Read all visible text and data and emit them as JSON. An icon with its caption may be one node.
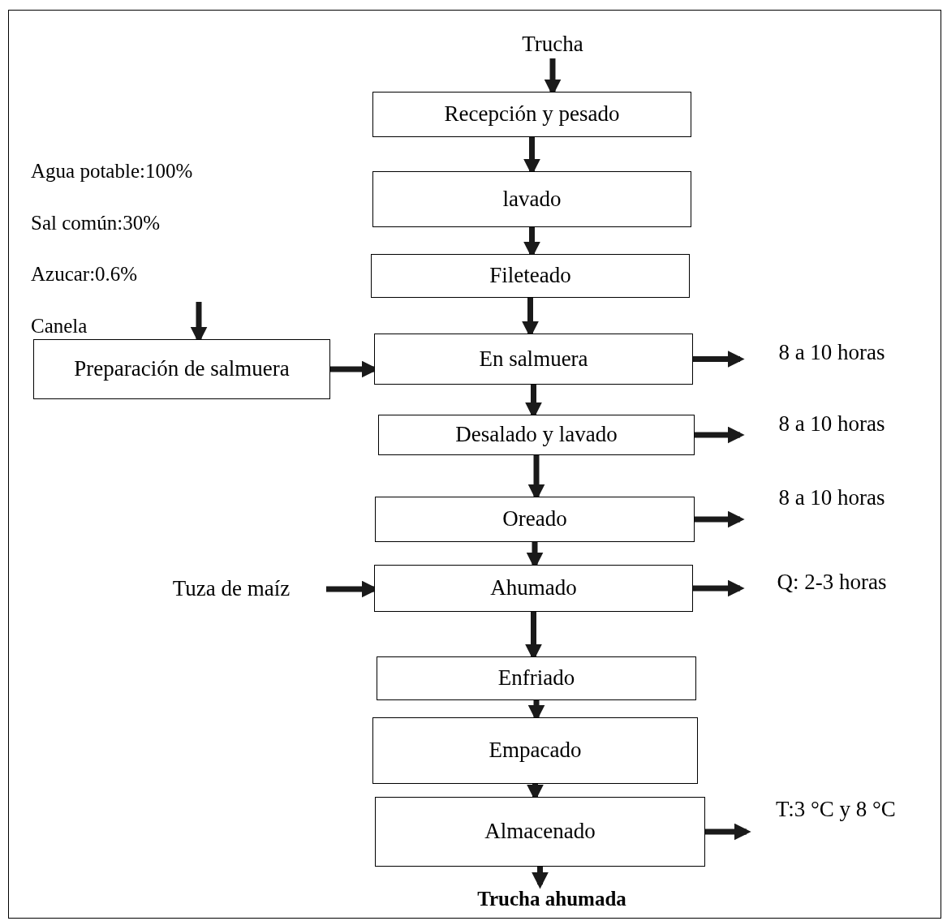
{
  "diagram": {
    "nodes": [
      {
        "text": [
          "Trucha"
        ]
      },
      {
        "text": [
          "Recepción y pesado"
        ]
      },
      {
        "text": [
          "lavado"
        ]
      },
      {
        "text": [
          "Fileteado"
        ]
      },
      {
        "text": [
          "En salmuera"
        ]
      },
      {
        "text": [
          "Desalado y lavado"
        ]
      },
      {
        "text": [
          "Oreado"
        ]
      },
      {
        "text": [
          "Ahumado"
        ]
      },
      {
        "text": [
          "Enfriado"
        ]
      },
      {
        "text": [
          "Empacado"
        ]
      },
      {
        "text": [
          "Almacenado"
        ]
      },
      {
        "text": [
          "Trucha ahumada"
        ]
      },
      {
        "text": [
          "Preparación de salmuera"
        ]
      },
      {
        "text": [
          "Agua potable:100%",
          "Sal común:30%",
          "Azucar:0.6%",
          "Canela"
        ]
      },
      {
        "text": [
          "Tuza de maíz"
        ]
      },
      {
        "text": [
          "8 a 10 horas"
        ]
      },
      {
        "text": [
          "8 a 10 horas"
        ]
      },
      {
        "text": [
          "8 a 10 horas"
        ]
      },
      {
        "text": [
          "Q: 2-3 horas"
        ]
      },
      {
        "text": [
          "T:3 °C  y 8 °C"
        ]
      }
    ],
    "edges": [
      {
        "from": 0,
        "to": 1,
        "arrow": "to"
      },
      {
        "from": 1,
        "to": 2,
        "arrow": "to"
      },
      {
        "from": 2,
        "to": 3,
        "arrow": "to"
      },
      {
        "from": 3,
        "to": 4,
        "arrow": "to"
      },
      {
        "from": 4,
        "to": 5,
        "arrow": "to"
      },
      {
        "from": 5,
        "to": 6,
        "arrow": "to"
      },
      {
        "from": 6,
        "to": 7,
        "arrow": "to"
      },
      {
        "from": 7,
        "to": 8,
        "arrow": "to"
      },
      {
        "from": 8,
        "to": 9,
        "arrow": "to"
      },
      {
        "from": 9,
        "to": 10,
        "arrow": "to"
      },
      {
        "from": 10,
        "to": 11,
        "arrow": "to"
      },
      {
        "from": 13,
        "to": 12,
        "arrow": "to"
      },
      {
        "from": 12,
        "to": 4,
        "arrow": "to"
      },
      {
        "from": 14,
        "to": 7,
        "arrow": "to"
      },
      {
        "from": 4,
        "to": 15,
        "arrow": "to"
      },
      {
        "from": 5,
        "to": 16,
        "arrow": "to"
      },
      {
        "from": 6,
        "to": 17,
        "arrow": "to"
      },
      {
        "from": 7,
        "to": 18,
        "arrow": "to"
      },
      {
        "from": 10,
        "to": 19,
        "arrow": "to"
      }
    ]
  }
}
